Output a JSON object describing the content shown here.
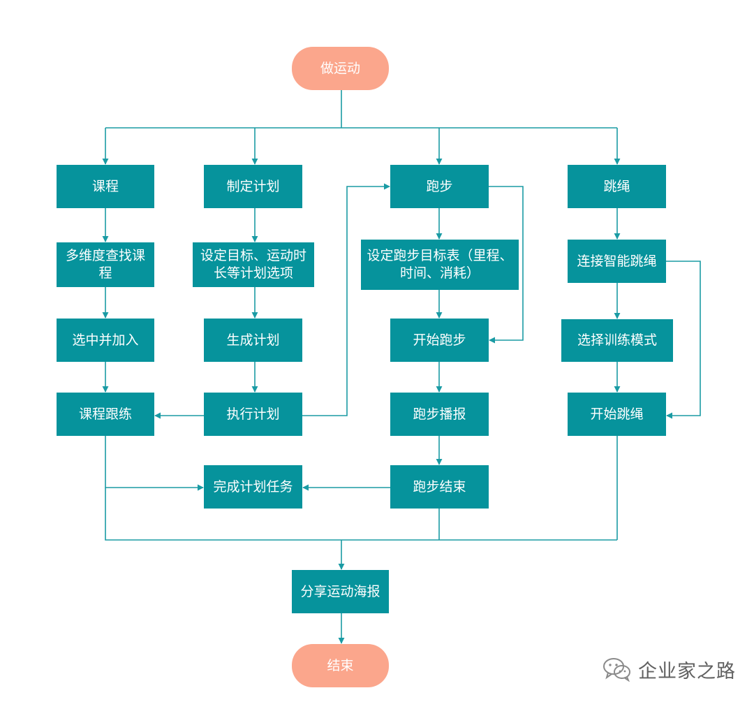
{
  "diagram": {
    "colors": {
      "process": "#06939c",
      "terminal": "#fba68c",
      "edge": "#1a9ba4",
      "text": "#ffffff"
    },
    "nodes": {
      "start": "做运动",
      "course": "课程",
      "plan": "制定计划",
      "run": "跑步",
      "rope": "跳绳",
      "search": "多维度查找课程",
      "set_goal": "设定目标、运动时长等计划选项",
      "run_setting": "设定跑步目标表（里程、时间、消耗）",
      "connect": "连接智能跳绳",
      "select": "选中并加入",
      "generate": "生成计划",
      "start_run": "开始跑步",
      "mode": "选择训练模式",
      "follow": "课程跟练",
      "execute": "执行计划",
      "report": "跑步播报",
      "start_rope": "开始跳绳",
      "complete": "完成计划任务",
      "end_run": "跑步结束",
      "share": "分享运动海报",
      "end": "结束"
    }
  },
  "watermark": {
    "icon": "wechat-icon",
    "text": "企业家之路"
  }
}
